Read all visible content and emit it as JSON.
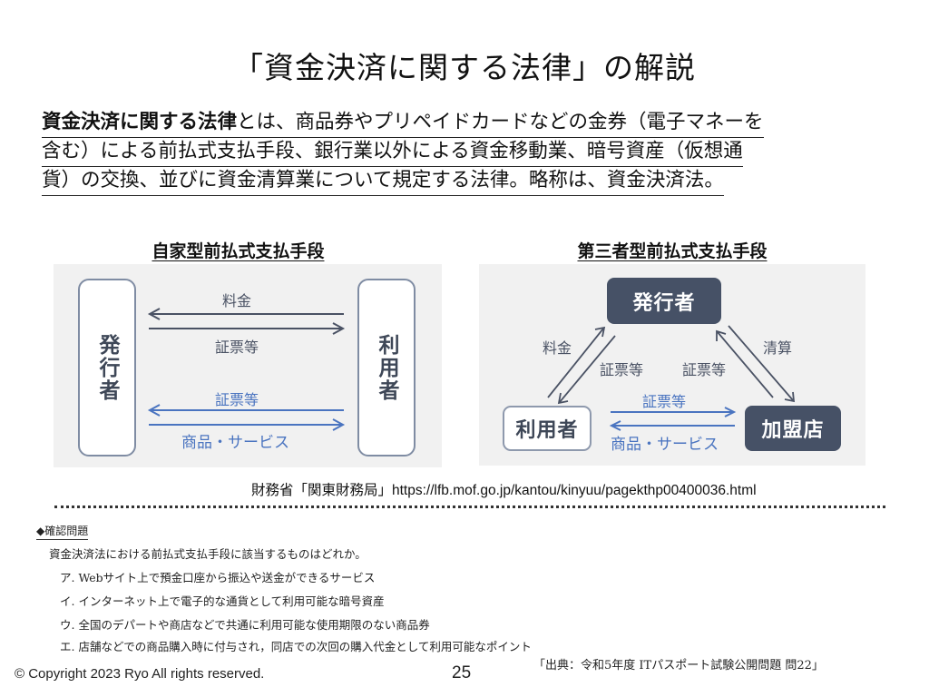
{
  "slide": {
    "title": "「資金決済に関する法律」の解説",
    "definition": {
      "lines": [
        {
          "strong": "資金決済に関する法律",
          "text": "とは、商品券やプリペイドカードなどの金券（電子マネーを"
        },
        {
          "strong": "",
          "text": "含む）による前払式支払手段、銀行業以外による資金移動業、暗号資産（仮想通"
        },
        {
          "strong": "",
          "text": "貨）の交換、並びに資金清算業について規定する法律。略称は、資金決済法。"
        }
      ]
    },
    "diagrams": {
      "self_type": {
        "title": "自家型前払式支払手段",
        "issuer": "発行者",
        "user": "利用者",
        "labels": {
          "fee": "料金",
          "voucher_top": "証票等",
          "voucher_bottom": "証票等",
          "goods": "商品・サービス"
        }
      },
      "third_party_type": {
        "title": "第三者型前払式支払手段",
        "issuer": "発行者",
        "user": "利用者",
        "merchant": "加盟店",
        "labels": {
          "fee": "料金",
          "voucher_left": "証票等",
          "voucher_right": "証票等",
          "settlement": "清算",
          "voucher_bottom": "証票等",
          "goods": "商品・サービス"
        }
      }
    },
    "source": "財務省「関東財務局」https://lfb.mof.go.jp/kantou/kinyuu/pagekthp00400036.html",
    "quiz": {
      "heading": "◆確認問題",
      "question": "資金決済法における前払式支払手段に該当するものはどれか。",
      "options": [
        "ア. Webサイト上で預金口座から振込や送金ができるサービス",
        "イ. インターネット上で電子的な通貨として利用可能な暗号資産",
        "ウ. 全国のデパートや商店などで共通に利用可能な使用期限のない商品券",
        "エ. 店舗などでの商品購入時に付与され，同店での次回の購入代金として利用可能なポイント"
      ],
      "citation": "「出典：令和5年度 ITパスポート試験公開問題 問22」"
    },
    "footer": {
      "copyright": "© Copyright 2023 Ryo All rights reserved.",
      "page_number": "25"
    },
    "colors": {
      "dark_box": "#465166",
      "arrow_dark": "#4a5264",
      "arrow_blue": "#4a74c0",
      "panel_bg": "#f1f1f1",
      "box_border": "#7f8ca3"
    }
  }
}
